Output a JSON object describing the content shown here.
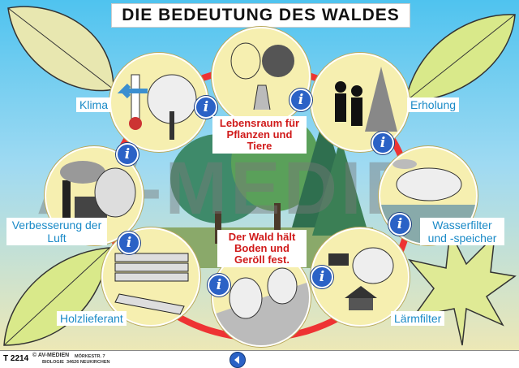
{
  "title": "DIE BEDEUTUNG DES WALDES",
  "watermark": "AV-MEDIEN",
  "labels": {
    "klima": "Klima",
    "erholung": "Erholung",
    "lebensraum": "Lebensraum für Pflanzen und Tiere",
    "luft": "Verbesserung der Luft",
    "wasser": "Wasserfilter und -speicher",
    "boden": "Der Wald hält Boden und Geröll fest.",
    "holz": "Holzlieferant",
    "laerm": "Lärmfilter"
  },
  "info_glyph": "i",
  "footer": {
    "code": "T 2214",
    "publisher_line1": "© AV-MEDIEN",
    "publisher_line2": "BIOLOGIE",
    "address_line1": "MÖRKESTR. 7",
    "address_line2": "34626 NEUKIRCHEN",
    "nav_icon": "back-arrow-icon"
  }
}
